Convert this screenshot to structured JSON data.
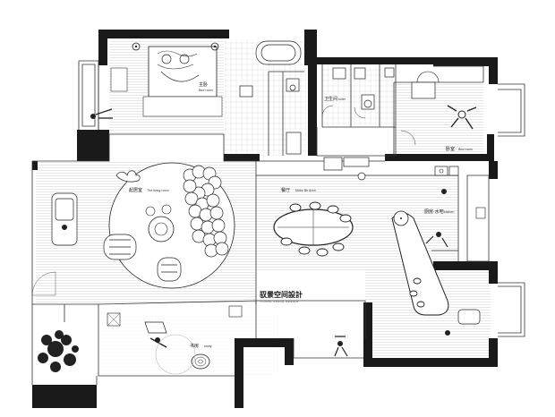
{
  "rooms": {
    "master_bedroom": {
      "cn": "主卧",
      "en": "Bed room"
    },
    "bathroom": {
      "cn": "卫生间",
      "en": "toilet"
    },
    "bedroom": {
      "cn": "卧室",
      "en": "Bed room"
    },
    "living_room": {
      "cn": "起居室",
      "en": "The living room"
    },
    "dining": {
      "cn": "餐厅",
      "en": "Make Be Area"
    },
    "kitchen": {
      "cn": "厨房·水吧",
      "en": "kitchen"
    },
    "study": {
      "cn": "书房",
      "en": "study"
    }
  },
  "brand": {
    "name": "驭景空间設計",
    "sub": "YUJING SPACE DESIGN"
  },
  "colors": {
    "wall": "#1a1a1a",
    "line": "#333333",
    "floor_hatch": "#d6d6d6",
    "plant": "#222222"
  }
}
